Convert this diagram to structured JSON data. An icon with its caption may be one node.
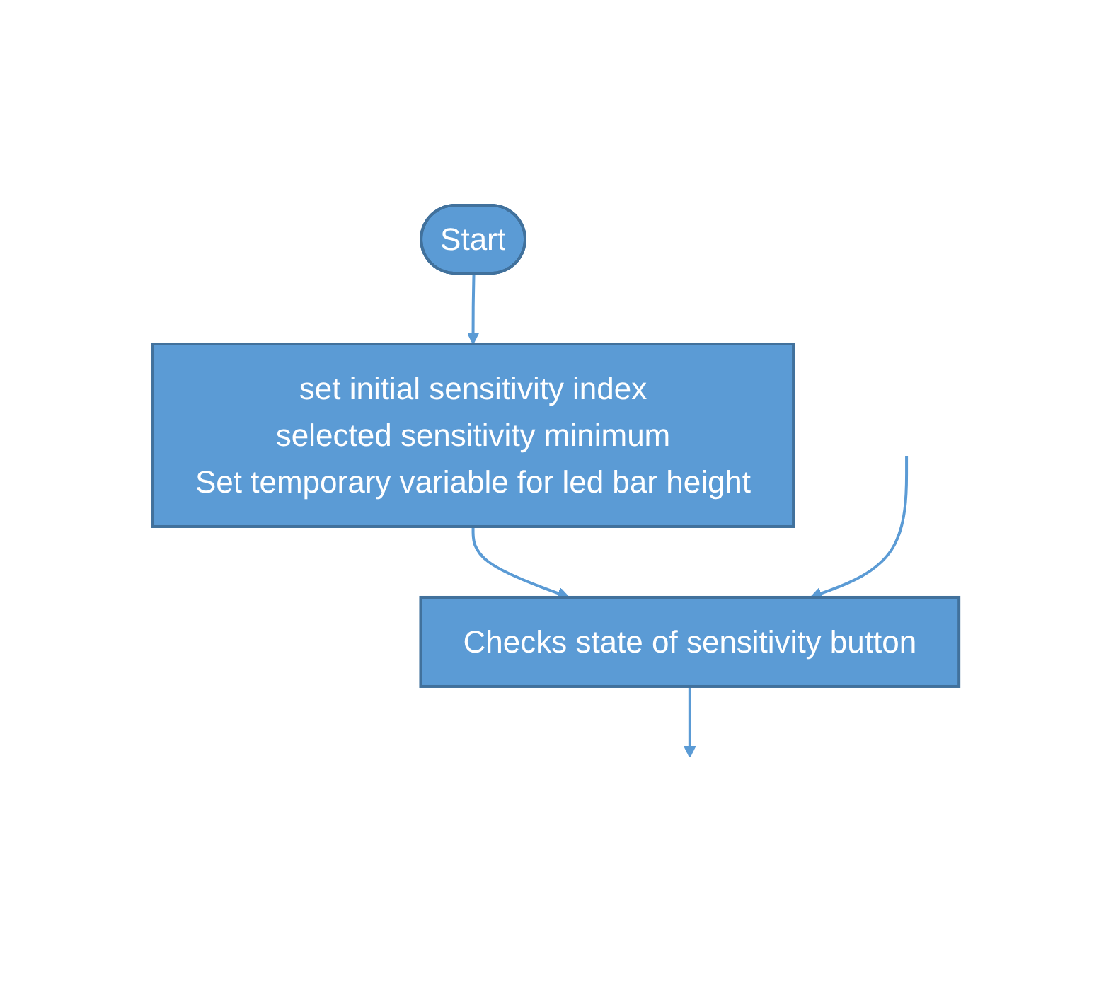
{
  "diagram": {
    "nodes": [
      {
        "text": [
          "Start"
        ]
      },
      {
        "text": [
          "set initial sensitivity index",
          "selected sensitivity minimum",
          "Set temporary variable for led bar height"
        ]
      },
      {
        "text": [
          "Checks state of sensitivity button"
        ]
      }
    ],
    "edges": [
      {
        "from": 0,
        "to": 1,
        "arrow": "to"
      },
      {
        "from": 1,
        "to": 2,
        "arrow": "to"
      },
      {
        "from": null,
        "to": 2,
        "arrow": "to"
      },
      {
        "from": 2,
        "to": null,
        "arrow": "to"
      }
    ]
  }
}
